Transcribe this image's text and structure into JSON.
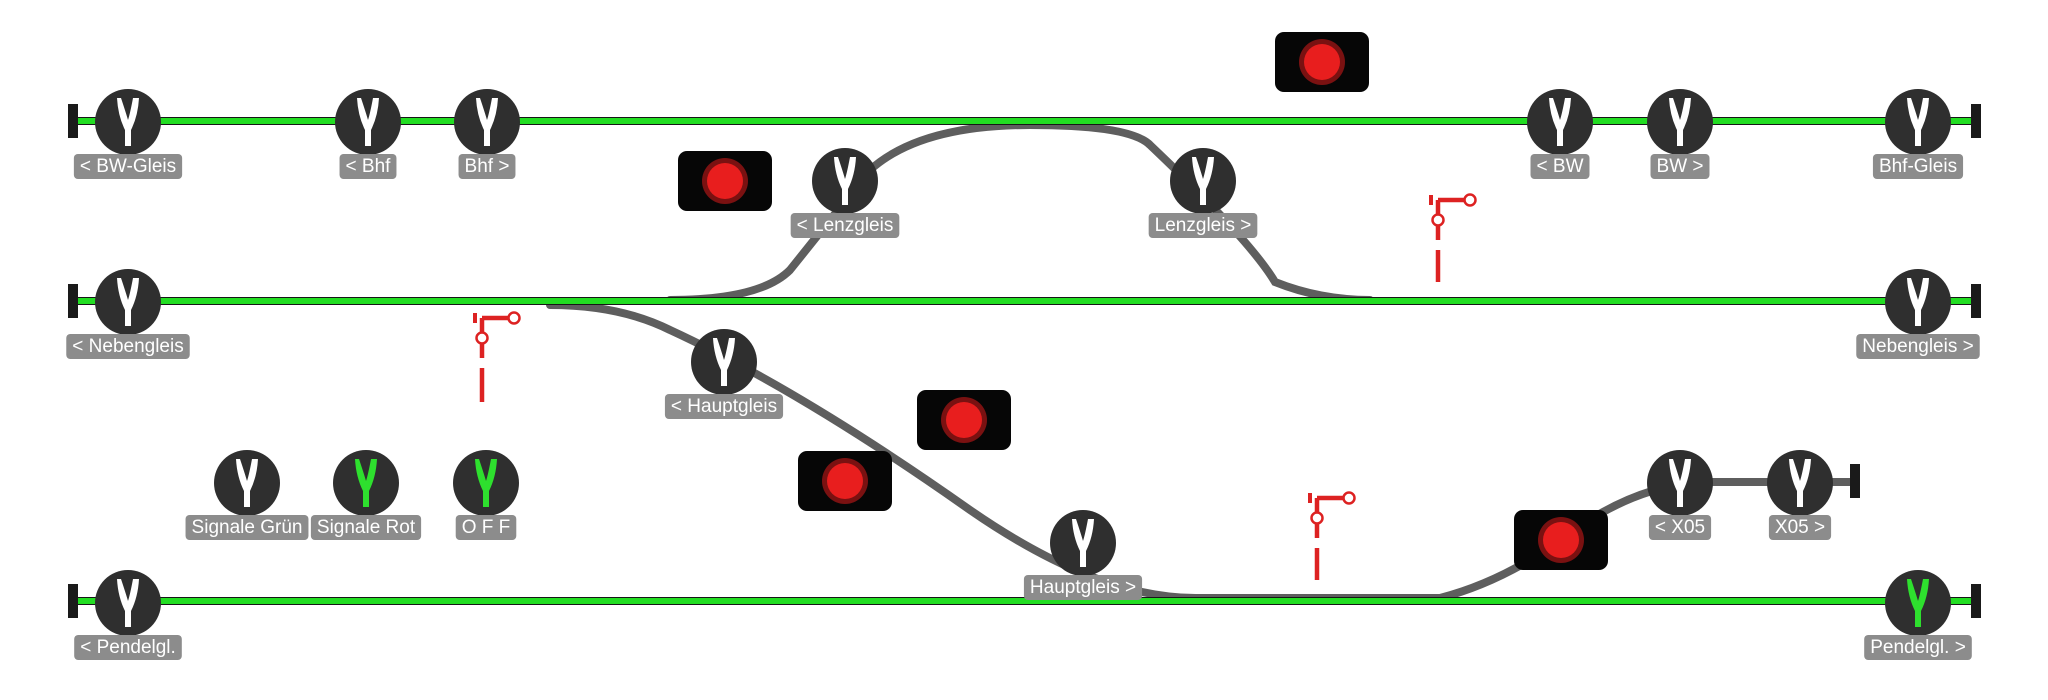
{
  "colors": {
    "track_active": "#22dd22",
    "track_inactive": "#5e5e5e",
    "button_bg": "#2f2f2f",
    "label_bg": "#8c8c8c",
    "lamp_red": "#e81e1e",
    "semaphore_red": "#dd2222",
    "icon_white": "#ffffff",
    "icon_green": "#2ee02e"
  },
  "switches": [
    {
      "label": "< BW-Gleis",
      "icon": "turnout-icon",
      "state": "white"
    },
    {
      "label": "< Bhf",
      "icon": "turnout-icon",
      "state": "white"
    },
    {
      "label": "Bhf >",
      "icon": "turnout-icon",
      "state": "white"
    },
    {
      "label": "< BW",
      "icon": "turnout-icon",
      "state": "white"
    },
    {
      "label": "BW >",
      "icon": "turnout-icon",
      "state": "white"
    },
    {
      "label": "Bhf-Gleis",
      "icon": "turnout-icon",
      "state": "white"
    },
    {
      "label": "< Lenzgleis",
      "icon": "turnout-icon",
      "state": "white"
    },
    {
      "label": "Lenzgleis >",
      "icon": "turnout-icon",
      "state": "white"
    },
    {
      "label": "< Nebengleis",
      "icon": "turnout-icon",
      "state": "white"
    },
    {
      "label": "Nebengleis >",
      "icon": "turnout-icon",
      "state": "white"
    },
    {
      "label": "< Hauptgleis",
      "icon": "turnout-icon",
      "state": "white"
    },
    {
      "label": "Signale Grün",
      "icon": "turnout-icon",
      "state": "white"
    },
    {
      "label": "Signale Rot",
      "icon": "turnout-icon",
      "state": "green"
    },
    {
      "label": "O F F",
      "icon": "turnout-icon",
      "state": "green"
    },
    {
      "label": "Hauptgleis >",
      "icon": "turnout-icon",
      "state": "white"
    },
    {
      "label": "< X05",
      "icon": "turnout-icon",
      "state": "white"
    },
    {
      "label": "X05 >",
      "icon": "turnout-icon",
      "state": "white"
    },
    {
      "label": "< Pendelgl.",
      "icon": "turnout-icon",
      "state": "white"
    },
    {
      "label": "Pendelgl. >",
      "icon": "turnout-icon",
      "state": "green"
    }
  ],
  "light_signals": [
    {
      "name": "signal-top",
      "aspect": "red"
    },
    {
      "name": "signal-lenzgleis",
      "aspect": "red"
    },
    {
      "name": "signal-hauptgleis-a",
      "aspect": "red"
    },
    {
      "name": "signal-hauptgleis-b",
      "aspect": "red"
    },
    {
      "name": "signal-x05",
      "aspect": "red"
    }
  ],
  "semaphores": [
    {
      "name": "semaphore-nebengleis-left",
      "aspect": "stop"
    },
    {
      "name": "semaphore-nebengleis-right",
      "aspect": "stop"
    },
    {
      "name": "semaphore-pendelgleis",
      "aspect": "stop"
    }
  ]
}
